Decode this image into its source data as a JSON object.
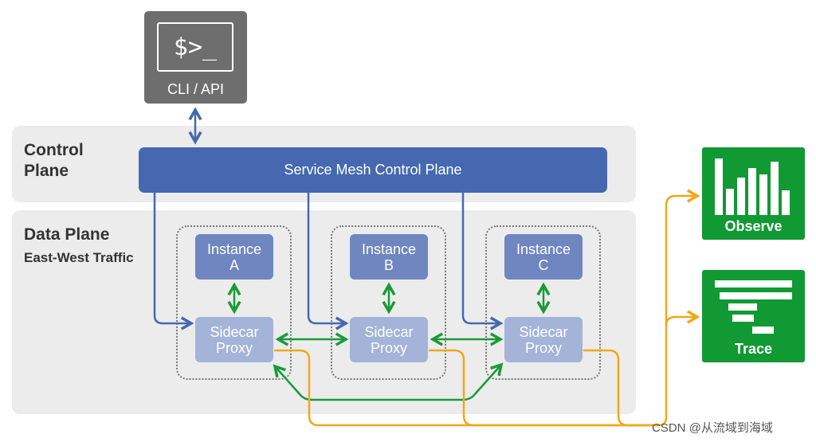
{
  "cli": {
    "prompt": "$>_",
    "label": "CLI / API"
  },
  "control_plane": {
    "title_line1": "Control",
    "title_line2": "Plane",
    "bar_label": "Service Mesh Control Plane"
  },
  "data_plane": {
    "title": "Data Plane",
    "subtitle": "East-West Traffic"
  },
  "pods": [
    {
      "instance_line1": "Instance",
      "instance_line2": "A",
      "proxy_line1": "Sidecar",
      "proxy_line2": "Proxy"
    },
    {
      "instance_line1": "Instance",
      "instance_line2": "B",
      "proxy_line1": "Sidecar",
      "proxy_line2": "Proxy"
    },
    {
      "instance_line1": "Instance",
      "instance_line2": "C",
      "proxy_line1": "Sidecar",
      "proxy_line2": "Proxy"
    }
  ],
  "tools": {
    "observe": "Observe",
    "trace": "Trace"
  },
  "watermark": "CSDN @从流域到海域",
  "colors": {
    "control_blue": "#4568b0",
    "instance": "#6f86c1",
    "proxy": "#a4b3d8",
    "east_west_green": "#1a9a3a",
    "telemetry_orange": "#f0a818",
    "tool_green": "#119933",
    "cli_gray": "#6e6e6e"
  }
}
